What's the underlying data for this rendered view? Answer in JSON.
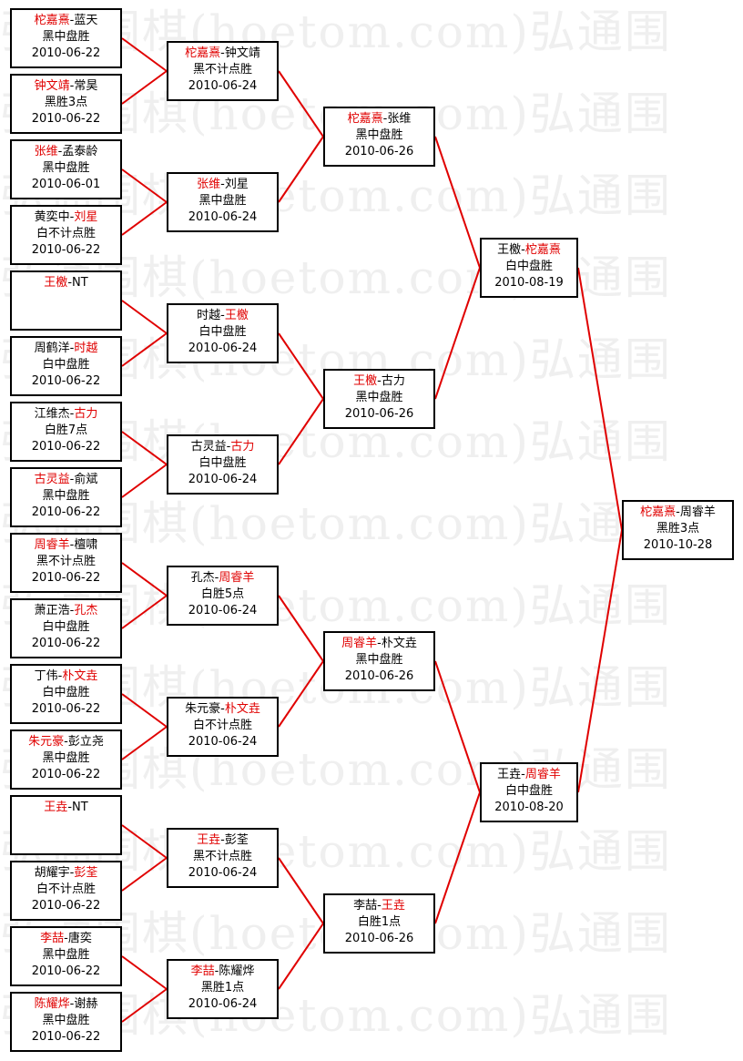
{
  "watermark": "弘通围棋(hoetom.com)弘通围",
  "colors": {
    "winner": "#e00000",
    "line": "#e00000",
    "border": "#000000"
  },
  "matches": [
    {
      "p1": "柁嘉熹",
      "p2": "蓝天",
      "w": 1,
      "result": "黑中盘胜",
      "date": "2010-06-22"
    },
    {
      "p1": "钟文靖",
      "p2": "常昊",
      "w": 1,
      "result": "黑胜3点",
      "date": "2010-06-22"
    },
    {
      "p1": "张维",
      "p2": "孟泰龄",
      "w": 1,
      "result": "黑中盘胜",
      "date": "2010-06-01"
    },
    {
      "p1": "黄奕中",
      "p2": "刘星",
      "w": 2,
      "result": "白不计点胜",
      "date": "2010-06-22"
    },
    {
      "p1": "王檄",
      "p2": "NT",
      "w": 1,
      "result": "",
      "date": ""
    },
    {
      "p1": "周鹤洋",
      "p2": "时越",
      "w": 2,
      "result": "白中盘胜",
      "date": "2010-06-22"
    },
    {
      "p1": "江维杰",
      "p2": "古力",
      "w": 2,
      "result": "白胜7点",
      "date": "2010-06-22"
    },
    {
      "p1": "古灵益",
      "p2": "俞斌",
      "w": 1,
      "result": "黑中盘胜",
      "date": "2010-06-22"
    },
    {
      "p1": "周睿羊",
      "p2": "檀啸",
      "w": 1,
      "result": "黑不计点胜",
      "date": "2010-06-22"
    },
    {
      "p1": "萧正浩",
      "p2": "孔杰",
      "w": 2,
      "result": "白中盘胜",
      "date": "2010-06-22"
    },
    {
      "p1": "丁伟",
      "p2": "朴文垚",
      "w": 2,
      "result": "白中盘胜",
      "date": "2010-06-22"
    },
    {
      "p1": "朱元豪",
      "p2": "彭立尧",
      "w": 1,
      "result": "黑中盘胜",
      "date": "2010-06-22"
    },
    {
      "p1": "王垚",
      "p2": "NT",
      "w": 1,
      "result": "",
      "date": ""
    },
    {
      "p1": "胡耀宇",
      "p2": "彭荃",
      "w": 2,
      "result": "白不计点胜",
      "date": "2010-06-22"
    },
    {
      "p1": "李喆",
      "p2": "唐奕",
      "w": 1,
      "result": "黑中盘胜",
      "date": "2010-06-22"
    },
    {
      "p1": "陈耀烨",
      "p2": "谢赫",
      "w": 1,
      "result": "黑中盘胜",
      "date": "2010-06-22"
    },
    {
      "p1": "柁嘉熹",
      "p2": "钟文靖",
      "w": 1,
      "result": "黑不计点胜",
      "date": "2010-06-24"
    },
    {
      "p1": "张维",
      "p2": "刘星",
      "w": 1,
      "result": "黑中盘胜",
      "date": "2010-06-24"
    },
    {
      "p1": "时越",
      "p2": "王檄",
      "w": 2,
      "result": "白中盘胜",
      "date": "2010-06-24"
    },
    {
      "p1": "古灵益",
      "p2": "古力",
      "w": 2,
      "result": "白中盘胜",
      "date": "2010-06-24"
    },
    {
      "p1": "孔杰",
      "p2": "周睿羊",
      "w": 2,
      "result": "白胜5点",
      "date": "2010-06-24"
    },
    {
      "p1": "朱元豪",
      "p2": "朴文垚",
      "w": 2,
      "result": "白不计点胜",
      "date": "2010-06-24"
    },
    {
      "p1": "王垚",
      "p2": "彭荃",
      "w": 1,
      "result": "黑不计点胜",
      "date": "2010-06-24"
    },
    {
      "p1": "李喆",
      "p2": "陈耀烨",
      "w": 1,
      "result": "黑胜1点",
      "date": "2010-06-24"
    },
    {
      "p1": "柁嘉熹",
      "p2": "张维",
      "w": 1,
      "result": "黑中盘胜",
      "date": "2010-06-26"
    },
    {
      "p1": "王檄",
      "p2": "古力",
      "w": 1,
      "result": "黑中盘胜",
      "date": "2010-06-26"
    },
    {
      "p1": "周睿羊",
      "p2": "朴文垚",
      "w": 1,
      "result": "黑中盘胜",
      "date": "2010-06-26"
    },
    {
      "p1": "李喆",
      "p2": "王垚",
      "w": 2,
      "result": "白胜1点",
      "date": "2010-06-26"
    },
    {
      "p1": "王檄",
      "p2": "柁嘉熹",
      "w": 2,
      "result": "白中盘胜",
      "date": "2010-08-19"
    },
    {
      "p1": "王垚",
      "p2": "周睿羊",
      "w": 2,
      "result": "白中盘胜",
      "date": "2010-08-20"
    },
    {
      "p1": "柁嘉熹",
      "p2": "周睿羊",
      "w": 1,
      "result": "黑胜3点",
      "date": "2010-10-28"
    }
  ]
}
